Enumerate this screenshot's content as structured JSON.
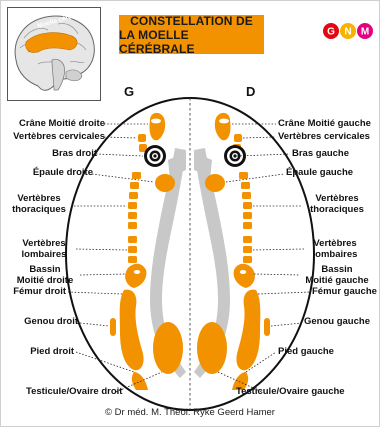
{
  "brain_label": "Moelle cérébrale",
  "title": {
    "line1": "CONSTELLATION DE",
    "line2": "LA MOELLE CÉRÉBRALE"
  },
  "logo": {
    "letters": [
      "G",
      "N",
      "M"
    ],
    "colors": [
      "#e30613",
      "#f9b200",
      "#e6007e"
    ]
  },
  "sides": {
    "left": "G",
    "right": "D"
  },
  "labels_left": {
    "crane": "Crâne Moitié droite",
    "cervicales": "Vertèbres cervicales",
    "bras": "Bras droit",
    "epaule": "Épaule droite",
    "thoraciques_1": "Vertèbres",
    "thoraciques_2": "thoraciques",
    "lombaires_1": "Vertèbres",
    "lombaires_2": "lombaires",
    "bassin_1": "Bassin",
    "bassin_2": "Moitié droite",
    "femur": "Fémur droit",
    "genou": "Genou droit",
    "pied": "Pied droit",
    "testicule": "Testicule/Ovaire droit"
  },
  "labels_right": {
    "crane": "Crâne Moitié gauche",
    "cervicales": "Vertèbres cervicales",
    "bras": "Bras gauche",
    "epaule": "Épaule gauche",
    "thoraciques_1": "Vertèbres",
    "thoraciques_2": "thoraciques",
    "lombaires_1": "Vertèbres",
    "lombaires_2": "lombaires",
    "bassin_1": "Bassin",
    "bassin_2": "Moitié gauche",
    "femur": "Fémur gauche",
    "genou": "Genou gauche",
    "pied": "Pied gauche",
    "testicule": "Testicule/Ovaire gauche"
  },
  "copyright": "© Dr méd. M. Théol. Ryke Geerd Hamer",
  "colors": {
    "orange": "#f39200",
    "gray": "#c8c8c8",
    "dark": "#111111"
  }
}
